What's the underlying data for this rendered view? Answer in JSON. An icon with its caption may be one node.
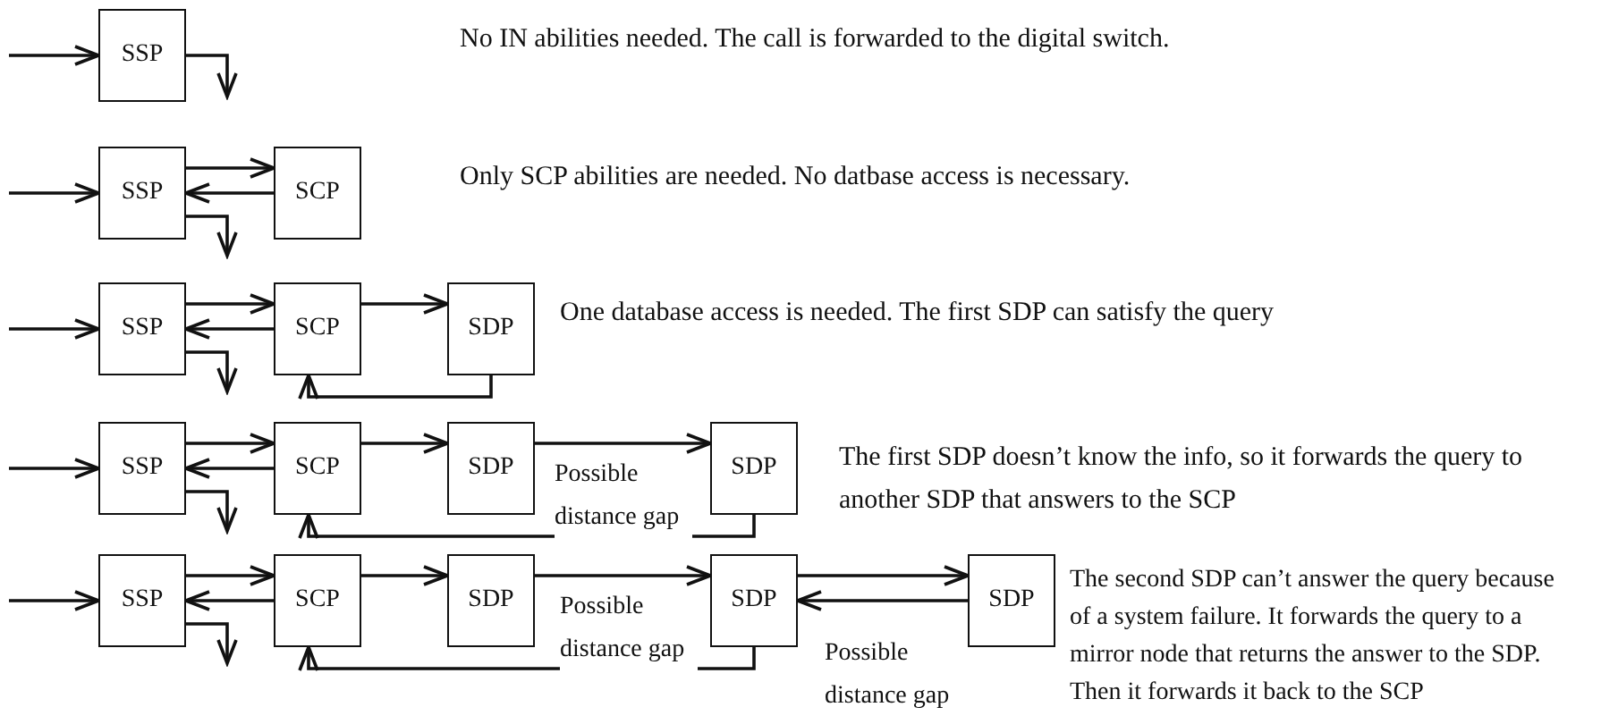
{
  "diagram": {
    "nodes": [
      {
        "text": [
          "SSP"
        ]
      },
      {
        "text": [
          "SSP"
        ]
      },
      {
        "text": [
          "SCP"
        ]
      },
      {
        "text": [
          "SSP"
        ]
      },
      {
        "text": [
          "SCP"
        ]
      },
      {
        "text": [
          "SDP"
        ]
      },
      {
        "text": [
          "SSP"
        ]
      },
      {
        "text": [
          "SCP"
        ]
      },
      {
        "text": [
          "SDP"
        ]
      },
      {
        "text": [
          "SDP"
        ]
      },
      {
        "text": [
          "SSP"
        ]
      },
      {
        "text": [
          "SCP"
        ]
      },
      {
        "text": [
          "SDP"
        ]
      },
      {
        "text": [
          "SDP"
        ]
      },
      {
        "text": [
          "SDP"
        ]
      }
    ],
    "edges": [
      {
        "from": null,
        "to": 0,
        "arrow": "to"
      },
      {
        "from": 0,
        "to": null,
        "arrow": "to"
      },
      {
        "from": null,
        "to": 1,
        "arrow": "to"
      },
      {
        "from": 1,
        "to": 2,
        "arrow": "to"
      },
      {
        "from": 2,
        "to": 1,
        "arrow": "to"
      },
      {
        "from": 1,
        "to": null,
        "arrow": "to"
      },
      {
        "from": null,
        "to": 3,
        "arrow": "to"
      },
      {
        "from": 3,
        "to": 4,
        "arrow": "to"
      },
      {
        "from": 4,
        "to": 3,
        "arrow": "to"
      },
      {
        "from": 3,
        "to": null,
        "arrow": "to"
      },
      {
        "from": 4,
        "to": 5,
        "arrow": "to"
      },
      {
        "from": 5,
        "to": 4,
        "arrow": "to"
      },
      {
        "from": null,
        "to": 6,
        "arrow": "to"
      },
      {
        "from": 6,
        "to": 7,
        "arrow": "to"
      },
      {
        "from": 7,
        "to": 6,
        "arrow": "to"
      },
      {
        "from": 6,
        "to": null,
        "arrow": "to"
      },
      {
        "from": 7,
        "to": 8,
        "arrow": "to"
      },
      {
        "from": 8,
        "to": 9,
        "arrow": "to",
        "label": "Possible distance gap"
      },
      {
        "from": 9,
        "to": 7,
        "arrow": "to"
      },
      {
        "from": null,
        "to": 10,
        "arrow": "to"
      },
      {
        "from": 10,
        "to": 11,
        "arrow": "to"
      },
      {
        "from": 11,
        "to": 10,
        "arrow": "to"
      },
      {
        "from": 10,
        "to": null,
        "arrow": "to"
      },
      {
        "from": 11,
        "to": 12,
        "arrow": "to"
      },
      {
        "from": 12,
        "to": 13,
        "arrow": "to",
        "label": "Possible distance gap"
      },
      {
        "from": 13,
        "to": 14,
        "arrow": "to"
      },
      {
        "from": 14,
        "to": 13,
        "arrow": "to",
        "label": "Possible distance gap"
      },
      {
        "from": 13,
        "to": 11,
        "arrow": "to"
      }
    ],
    "labels": [
      "No IN abilities needed.  The call is forwarded to the digital switch.",
      "Only SCP abilities are needed.  No datbase access is necessary.",
      "One database access is needed. The first SDP can satisfy the query",
      "The first SDP doesn’t know the info, so it forwards the query to another SDP that answers to the SCP",
      "The second SDP can’t answer the query because of a system failure.  It forwards the query to a mirror node that returns the answer to the SDP. Then it forwards it back to the SCP"
    ]
  }
}
